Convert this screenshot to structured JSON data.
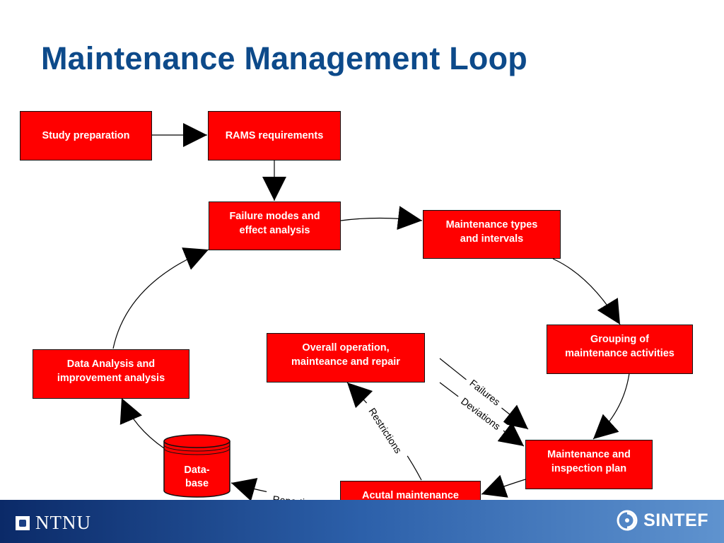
{
  "title": "Maintenance Management Loop",
  "boxes": {
    "study_preparation": "Study preparation",
    "rams_requirements": "RAMS requirements",
    "fmea": "Failure modes and\neffect analysis",
    "maintenance_types": "Maintenance types\nand intervals",
    "grouping": "Grouping of\nmaintenance activities",
    "plan": "Maintenance and\ninspection plan",
    "actual": "Acutal maintenance\nand inspection",
    "database": "Data-\nbase",
    "data_analysis": "Data Analysis and\nimprovement analysis",
    "overall": "Overall operation,\nmainteance and repair"
  },
  "flow_labels": {
    "reporting": "Reporting",
    "restrictions": "Restrictions",
    "failures": "Failures",
    "deviations": "Deviations"
  },
  "footer": {
    "ntnu": "NTNU",
    "sintef": "SINTEF"
  },
  "colors": {
    "title": "#0d4a8a",
    "box_fill": "#ff0000",
    "box_text": "#ffffff",
    "footer_left": "#0b2a68",
    "footer_right": "#5f93cf"
  },
  "icons": {
    "ntnu_logo": "ntnu-logo-icon",
    "sintef_logo": "sintef-logo-icon"
  }
}
